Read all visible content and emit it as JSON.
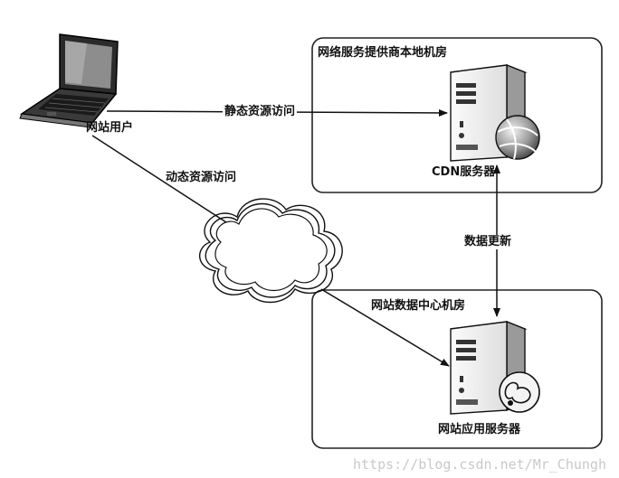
{
  "user": {
    "label": "网站用户"
  },
  "cdn_room": {
    "title": "网络服务提供商本地机房",
    "server_label": "CDN服务器"
  },
  "datacenter": {
    "title": "网站数据中心机房",
    "server_label": "网站应用服务器"
  },
  "edges": {
    "static_access": "静态资源访问",
    "dynamic_access": "动态资源访问",
    "data_update": "数据更新"
  },
  "watermark": "https://blog.csdn.net/Mr_Chungh",
  "icons": {
    "user": "laptop-icon",
    "cdn": "server-tower-icon",
    "cdn_badge": "globe-icon",
    "internet": "cloud-icon",
    "app": "server-tower-icon",
    "app_badge": "globe-icon"
  }
}
